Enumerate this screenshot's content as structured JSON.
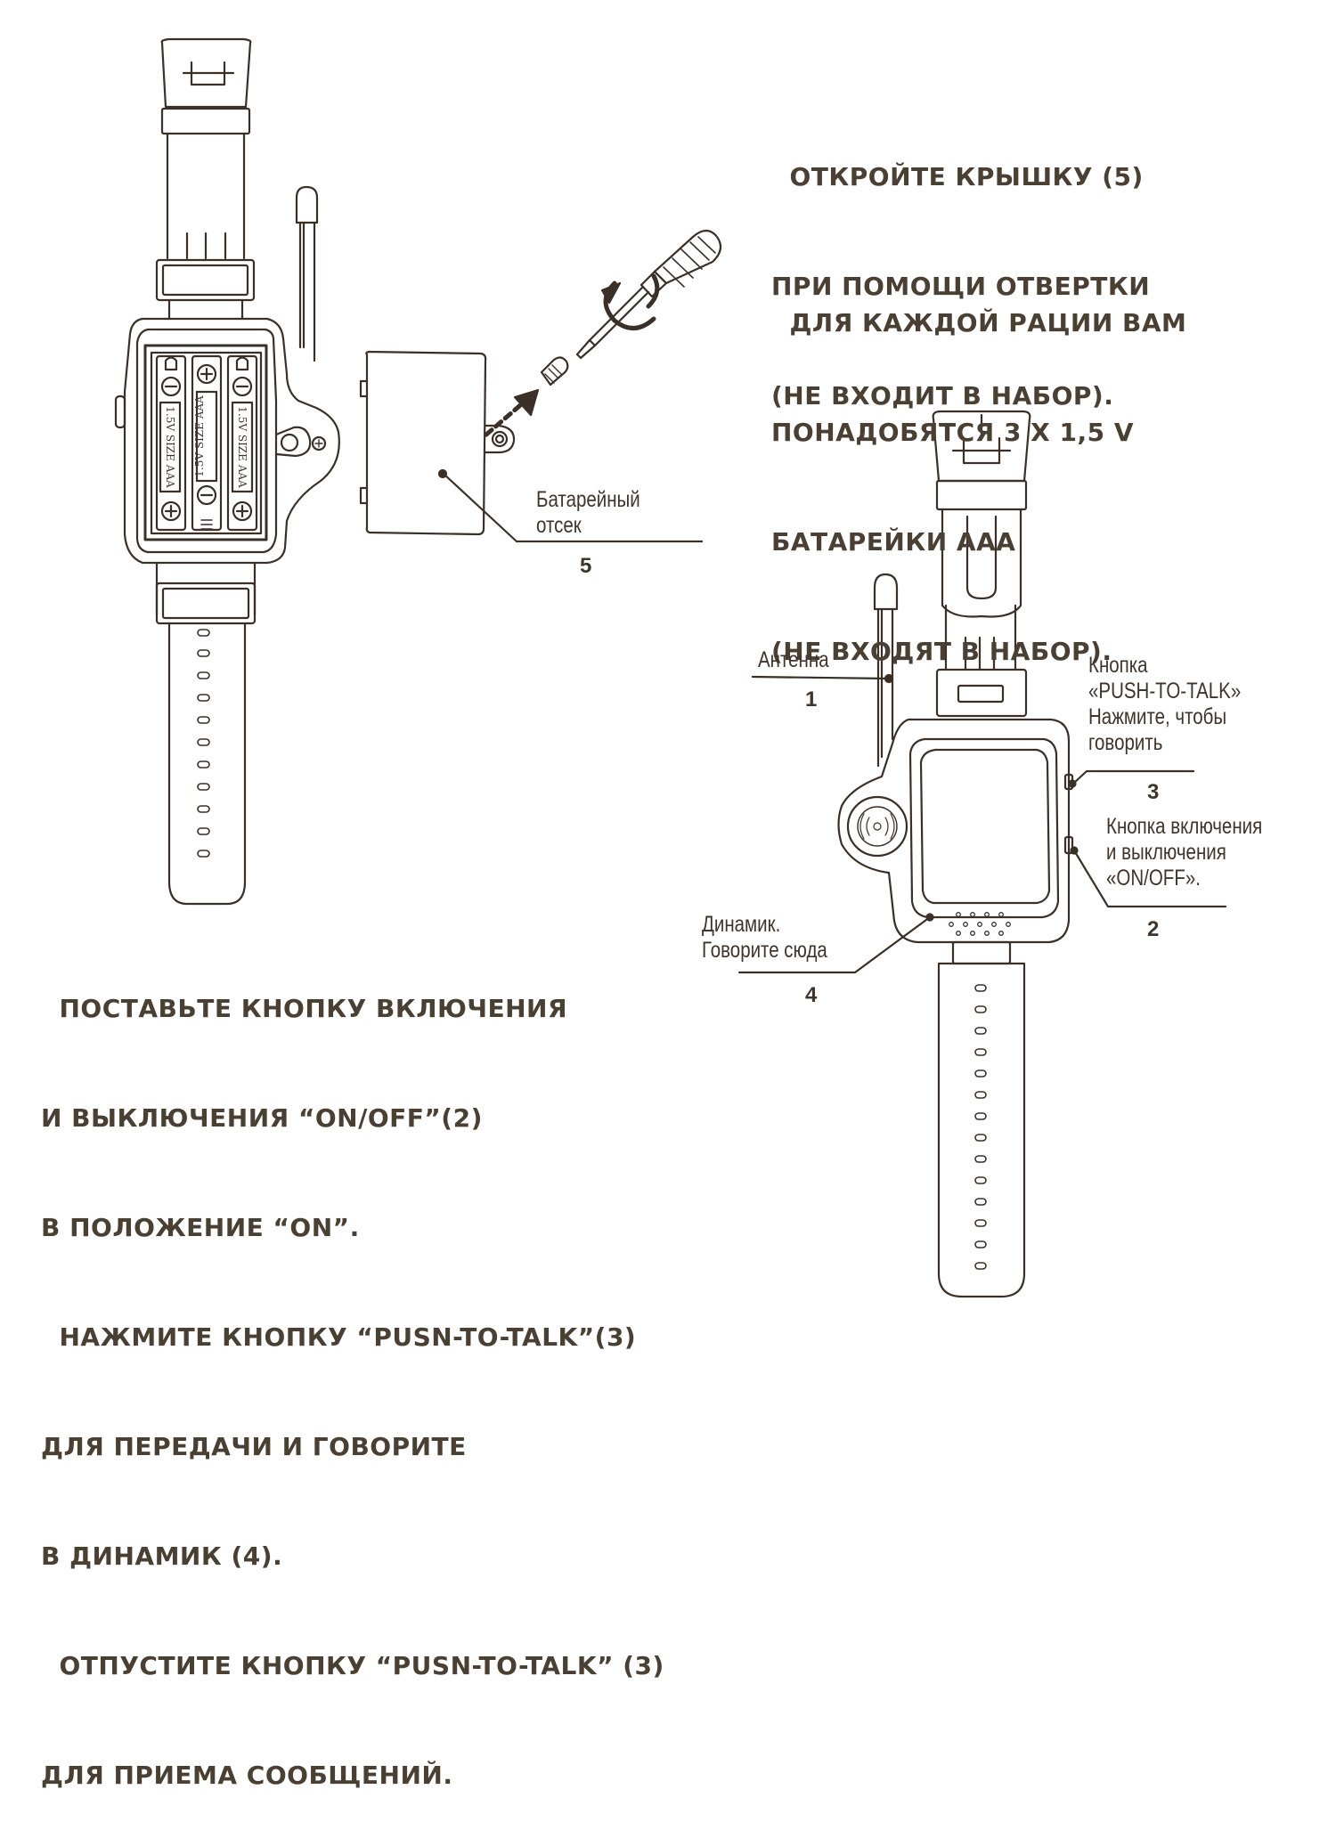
{
  "instructions": {
    "cover": [
      "  ОТКРОЙТЕ КРЫШКУ (5)",
      "ПРИ ПОМОЩИ ОТВЕРТКИ",
      "(НЕ ВХОДИТ В НАБОР)."
    ],
    "batteries": [
      "  ДЛЯ КАЖДОЙ РАЦИИ ВАМ",
      "ПОНАДОБЯТСЯ 3 Х 1,5 V",
      "БАТАРЕЙКИ ААА",
      "(НЕ ВХОДЯТ В НАБОР)."
    ],
    "usage": [
      "  ПОСТАВЬТЕ КНОПКУ ВКЛЮЧЕНИЯ",
      "И ВЫКЛЮЧЕНИЯ “ON/OFF”(2)",
      "В ПОЛОЖЕНИЕ “ON”.",
      "  НАЖМИТЕ КНОПКУ “PUSN-TO-TALK”(3)",
      "ДЛЯ ПЕРЕДАЧИ И ГОВОРИТЕ",
      "В ДИНАМИК (4).",
      "  ОТПУСТИТЕ КНОПКУ “PUSN-TO-TALK” (3)",
      "ДЛЯ ПРИЕМА СООБЩЕНИЙ."
    ]
  },
  "callouts": {
    "battery_compartment": {
      "label": "Батарейный\nотсек",
      "number": "5"
    },
    "antenna": {
      "label": "Антенна",
      "number": "1"
    },
    "push_to_talk": {
      "label": "Кнопка\n«PUSH-TO-TALK»\nНажмите, чтобы\nговорить",
      "number": "3"
    },
    "on_off": {
      "label": "Кнопка включения\nи выключения\n«ON/OFF».",
      "number": "2"
    },
    "speaker": {
      "label": "Динамик.\nГоворите сюда",
      "number": "4"
    }
  },
  "battery_marking": "1.5V  SIZE AAA",
  "colors": {
    "text": "#4a3f33",
    "line": "#3a3028"
  }
}
